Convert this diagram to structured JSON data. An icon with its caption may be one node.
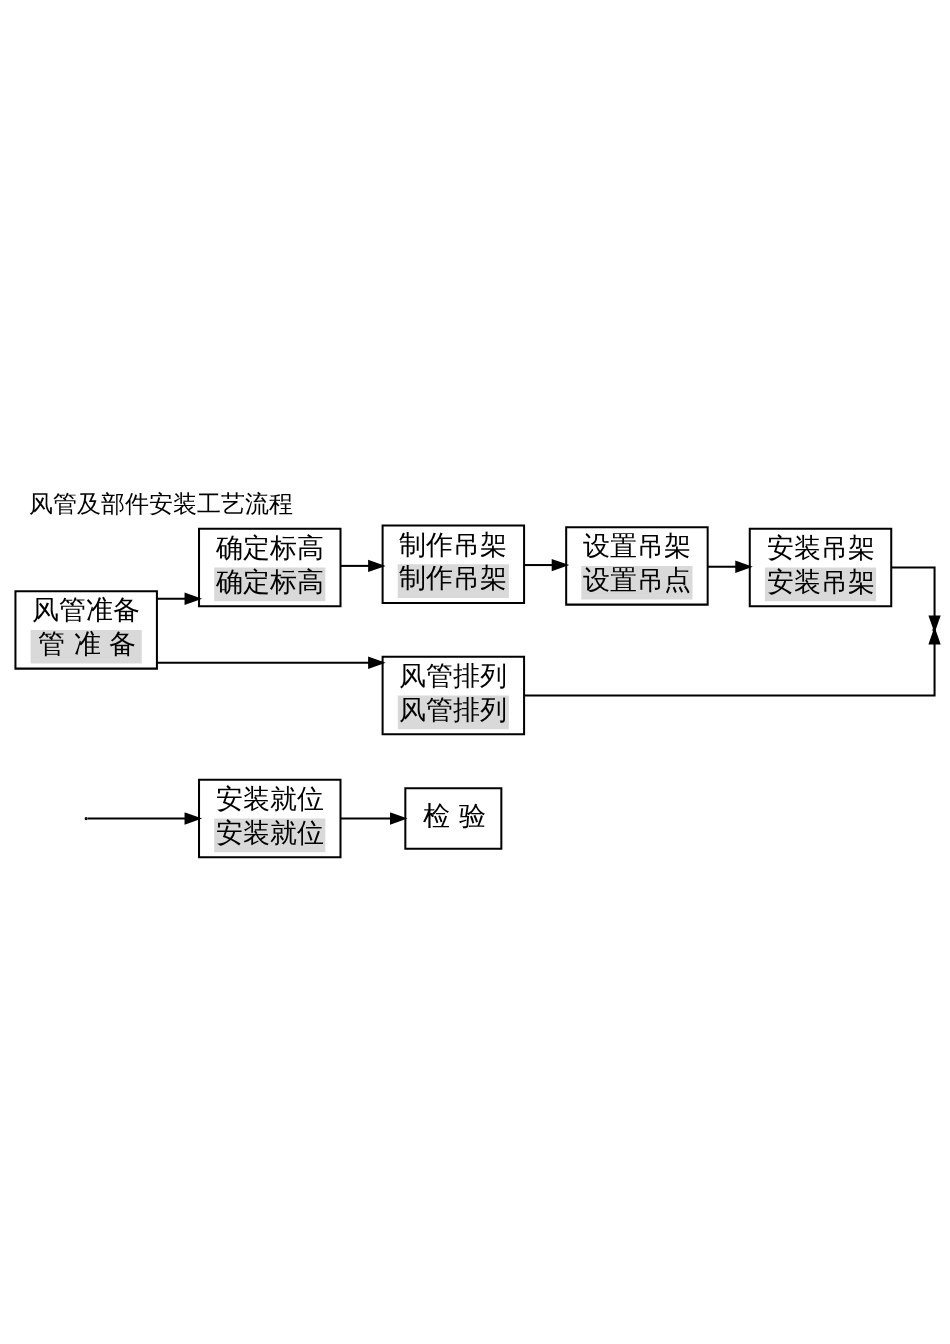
{
  "diagram": {
    "title": "风管及部件安装工艺流程",
    "nodes": [
      {
        "text": [
          "风管准备",
          "管 准 备"
        ]
      },
      {
        "text": [
          "确定标高",
          "确定标高"
        ]
      },
      {
        "text": [
          "制作吊架",
          "制作吊架"
        ]
      },
      {
        "text": [
          "设置吊架",
          "设置吊点"
        ]
      },
      {
        "text": [
          "安装吊架",
          "安装吊架"
        ]
      },
      {
        "text": [
          "风管排列",
          "风管排列"
        ]
      },
      {
        "text": [
          "安装就位",
          "安装就位"
        ]
      },
      {
        "text": [
          "检 验"
        ]
      }
    ],
    "edges": [
      {
        "from": 0,
        "to": 1,
        "arrow": "to"
      },
      {
        "from": 0,
        "to": 5,
        "arrow": "to"
      },
      {
        "from": 1,
        "to": 2,
        "arrow": "to"
      },
      {
        "from": 2,
        "to": 3,
        "arrow": "to"
      },
      {
        "from": 3,
        "to": 4,
        "arrow": "to"
      },
      {
        "from": 4,
        "to": null,
        "arrow": "to"
      },
      {
        "from": 5,
        "to": null,
        "arrow": "to"
      },
      {
        "from": null,
        "to": 6,
        "arrow": "to"
      },
      {
        "from": 6,
        "to": 7,
        "arrow": "to"
      }
    ]
  }
}
